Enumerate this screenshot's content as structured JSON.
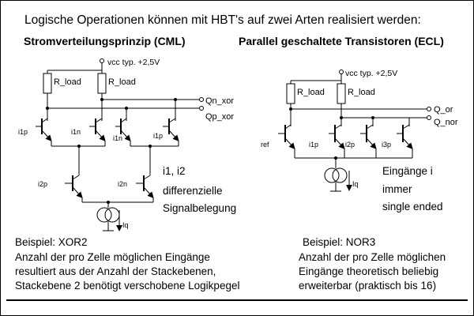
{
  "header": {
    "title": "Logische Operationen können mit HBT's auf zwei Arten realisiert werden:"
  },
  "cml": {
    "heading": "Stromverteilungsprinzip (CML)",
    "vcc": "vcc typ. +2,5V",
    "r_left": "R_load",
    "r_right": "R_load",
    "out_top": "Qn_xor",
    "out_bottom": "Qp_xor",
    "t1": "i1p",
    "t2": "i1n",
    "t3": "i1n",
    "t4": "i1p",
    "t5": "i2p",
    "t6": "i2n",
    "note": [
      "i1, i2",
      "differenzielle",
      "Signalbelegung"
    ],
    "iq": "Iq",
    "example": "Beispiel: XOR2",
    "desc": [
      "Anzahl der pro Zelle möglichen Eingänge",
      "resultiert aus der Anzahl der Stackebenen,",
      "Stackebene 2 benötigt verschobene Logikpegel"
    ]
  },
  "ecl": {
    "heading": "Parallel geschaltete Transistoren (ECL)",
    "vcc": "vcc typ. +2,5V",
    "r_left": "R_load",
    "r_right": "R_load",
    "out_top": "Q_or",
    "out_bottom": "Q_nor",
    "t_ref": "ref",
    "t1": "i1p",
    "t2": "i2p",
    "t3": "i3p",
    "note": [
      "Eingänge i",
      "immer",
      "single ended"
    ],
    "iq": "Iq",
    "example": "Beispiel: NOR3",
    "desc": [
      "Anzahl der pro Zelle möglichen",
      "Eingänge theoretisch beliebig",
      "erweiterbar (praktisch bis 16)"
    ]
  }
}
